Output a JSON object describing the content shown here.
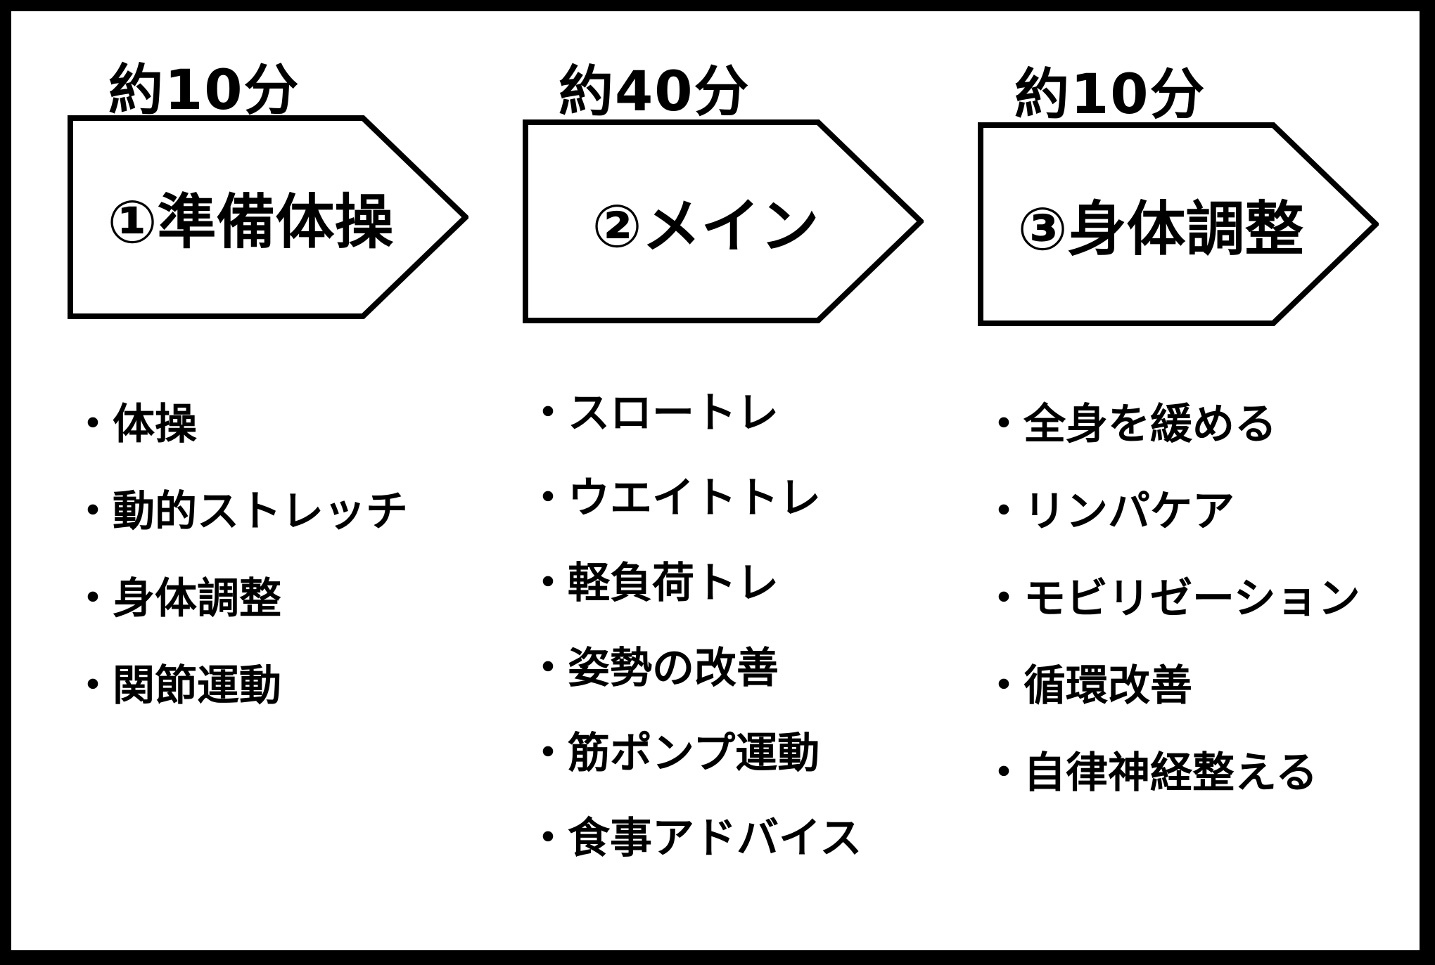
{
  "stages": [
    {
      "duration": "約10分",
      "label": "①準備体操",
      "items": [
        "体操",
        "動的ストレッチ",
        "身体調整",
        "関節運動"
      ]
    },
    {
      "duration": "約40分",
      "label": "②メイン",
      "items": [
        "スロートレ",
        "ウエイトトレ",
        "軽負荷トレ",
        "姿勢の改善",
        "筋ポンプ運動",
        "食事アドバイス"
      ]
    },
    {
      "duration": "約10分",
      "label": "③身体調整",
      "items": [
        "全身を緩める",
        "リンパケア",
        "モビリゼーション",
        "循環改善",
        "自律神経整える"
      ]
    }
  ]
}
